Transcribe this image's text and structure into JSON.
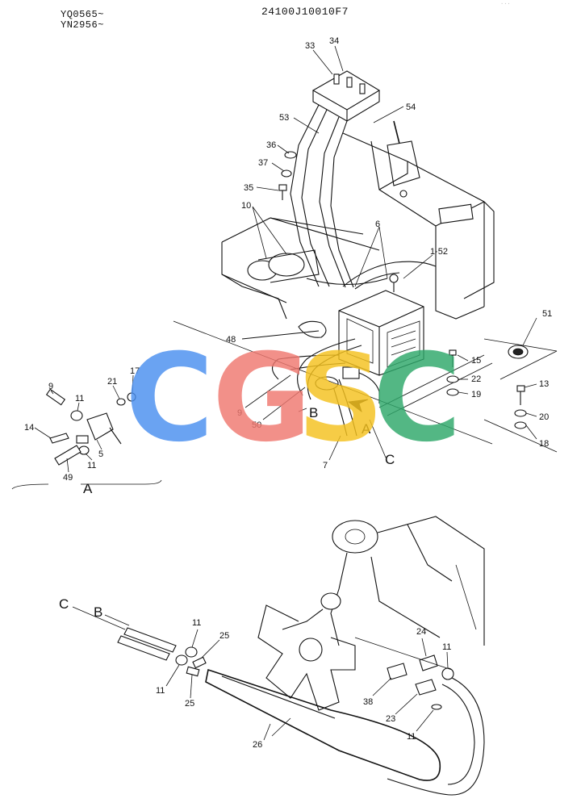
{
  "header": {
    "serial_line_1": "YQ0565~",
    "serial_line_2": "YN2956~",
    "part_number": "24100J10010F7",
    "corner_text": "..."
  },
  "callouts": {
    "c34": "34",
    "c33": "33",
    "c54": "54",
    "c53": "53",
    "c36": "36",
    "c37": "37",
    "c35": "35",
    "c10": "10",
    "c6": "6",
    "c1_52": "1·52",
    "c51": "51",
    "c48": "48",
    "c15": "15",
    "c22": "22",
    "c19": "19",
    "c13": "13",
    "c20": "20",
    "c18": "18",
    "c9_main": "9",
    "c50": "50",
    "c7": "7",
    "c9_a": "9",
    "c11_a1": "11",
    "c21": "21",
    "c17": "17",
    "c14": "14",
    "c5": "5",
    "c11_a2": "11",
    "c49": "49",
    "c11_b1": "11",
    "c25_b1": "25",
    "c11_b2": "11",
    "c25_b2": "25",
    "c24": "24",
    "c11_b3": "11",
    "c38": "38",
    "c23": "23",
    "c11_b4": "11",
    "c26": "26"
  },
  "markers": {
    "B_top": "B",
    "A_top": "A",
    "C_top": "C",
    "A_detail": "A",
    "C_bottom": "C",
    "B_bottom": "B"
  },
  "watermark": {
    "letters": [
      "C",
      "G",
      "S",
      "C"
    ],
    "colors": [
      "#4a8ff0",
      "#f07870",
      "#f5c21e",
      "#2ea86a"
    ]
  }
}
